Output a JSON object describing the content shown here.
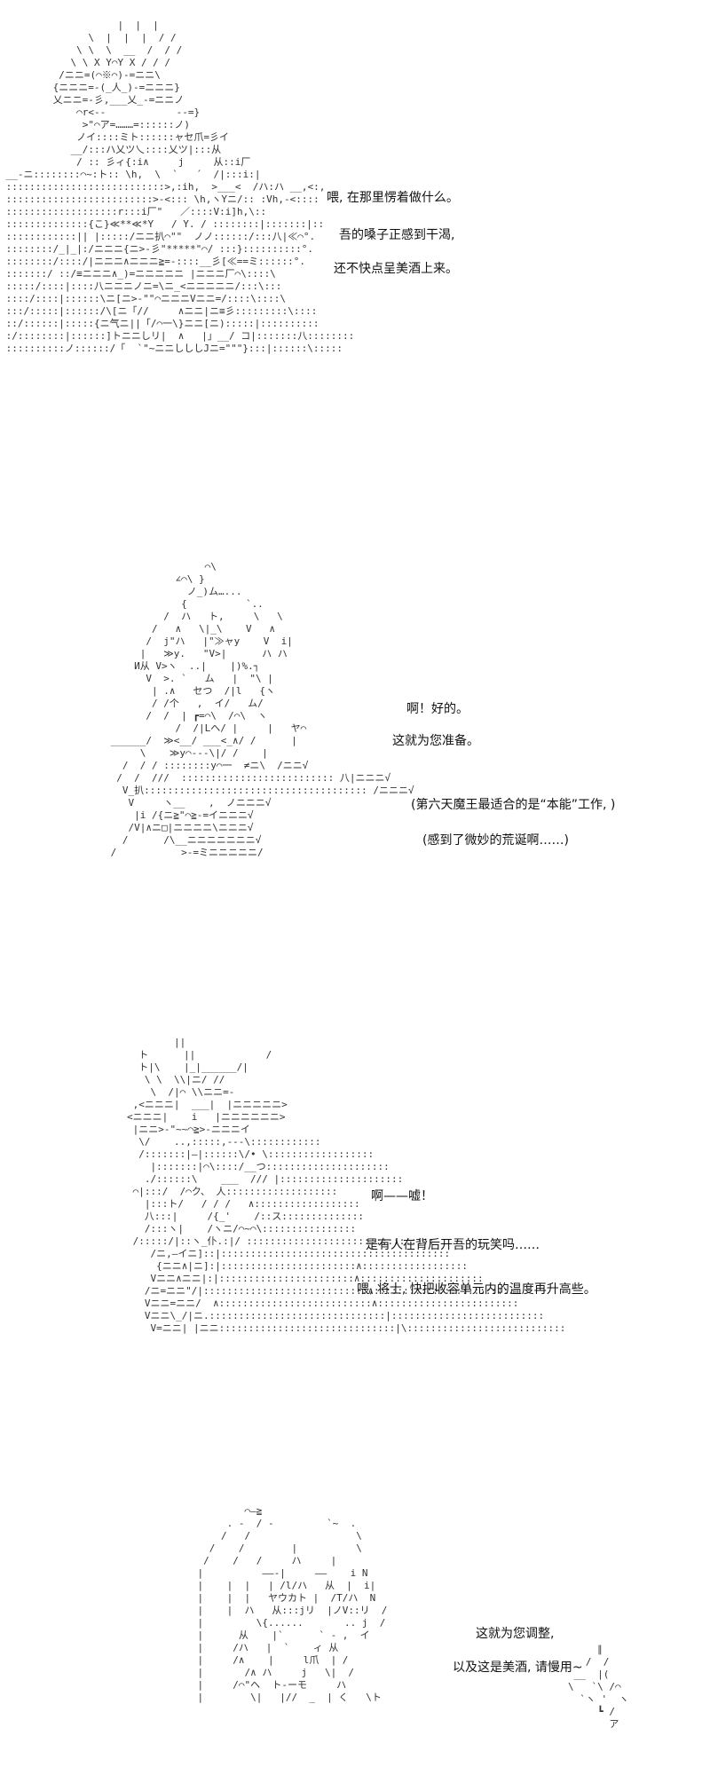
{
  "panels": [
    {
      "dialogue": [
        "喂, 在那里愣着做什么。",
        "吾的嗓子正感到干渴,",
        "还不快点呈美酒上来。"
      ]
    },
    {
      "dialogue": [
        "啊！好的。",
        "这就为您准备。",
        "(第六天魔王最适合的是“本能”工作, )",
        "(感到了微妙的荒诞啊……)"
      ]
    },
    {
      "dialogue": [
        "啊——嘘！",
        "是有人在背后开吾的玩笑吗……",
        "喂, 将士, 快把收容单元内的温度再升高些。"
      ]
    },
    {
      "dialogue": [
        "这就为您调整,",
        "以及这是美酒, 请慢用~"
      ]
    }
  ]
}
